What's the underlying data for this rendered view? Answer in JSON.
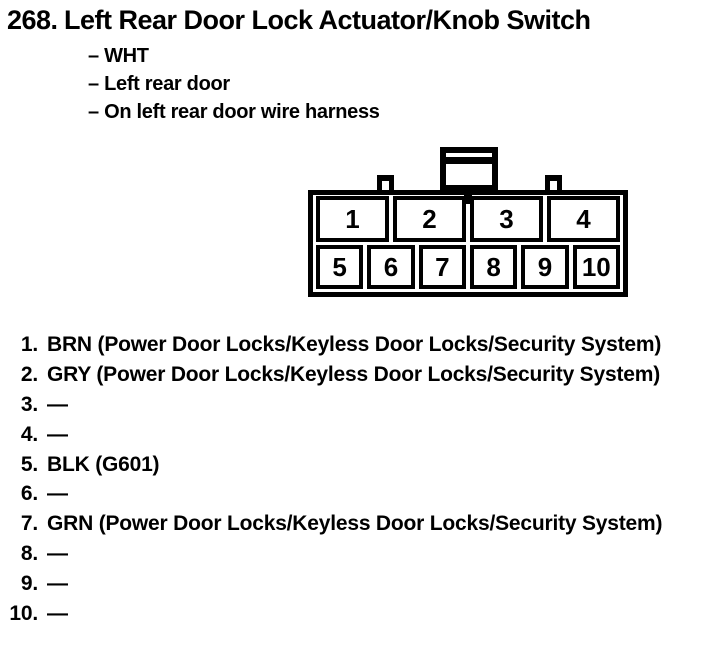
{
  "colors": {
    "ink": "#000000",
    "paper": "#ffffff"
  },
  "header": {
    "section_number": "268.",
    "title": "Left Rear Door Lock Actuator/Knob Switch"
  },
  "details": [
    "– WHT",
    "– Left rear door",
    "– On left rear door wire harness"
  ],
  "connector": {
    "top_row_pins": [
      "1",
      "2",
      "3",
      "4"
    ],
    "bottom_row_pins": [
      "5",
      "6",
      "7",
      "8",
      "9",
      "10"
    ]
  },
  "pin_list": [
    {
      "num": "1.",
      "desc": "BRN (Power Door Locks/Keyless Door Locks/Security System)"
    },
    {
      "num": "2.",
      "desc": "GRY (Power Door Locks/Keyless Door Locks/Security System)"
    },
    {
      "num": "3.",
      "desc": "—"
    },
    {
      "num": "4.",
      "desc": "—"
    },
    {
      "num": "5.",
      "desc": "BLK (G601)"
    },
    {
      "num": "6.",
      "desc": "—"
    },
    {
      "num": "7.",
      "desc": "GRN (Power Door Locks/Keyless Door Locks/Security System)"
    },
    {
      "num": "8.",
      "desc": "—"
    },
    {
      "num": "9.",
      "desc": "—"
    },
    {
      "num": "10.",
      "desc": "—"
    }
  ]
}
